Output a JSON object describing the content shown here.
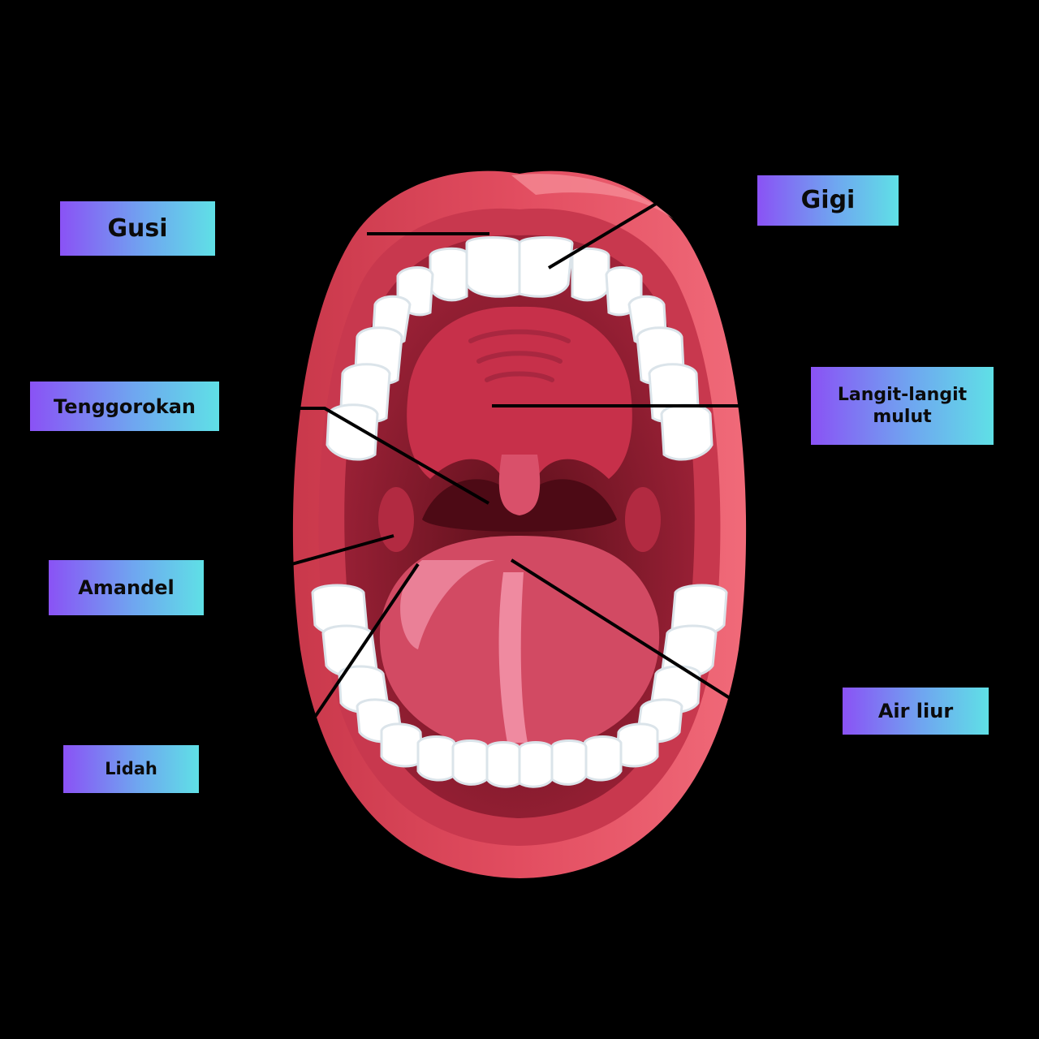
{
  "diagram": {
    "colors": {
      "background": "#000000",
      "lip": "#e04a5c",
      "cavity": "#8c1e2e",
      "palate": "#c02f45",
      "teeth": "#ffffff",
      "tongue": "#d44d66",
      "label_gradient_start": "#8a52f5",
      "label_gradient_end": "#5fe0e6"
    },
    "labels": {
      "gusi": "Gusi",
      "gigi": "Gigi",
      "tenggorokan": "Tenggorokan",
      "langit_langit_line1": "Langit-langit",
      "langit_langit_line2": "mulut",
      "amandel": "Amandel",
      "air_liur": "Air liur",
      "lidah": "Lidah"
    }
  }
}
